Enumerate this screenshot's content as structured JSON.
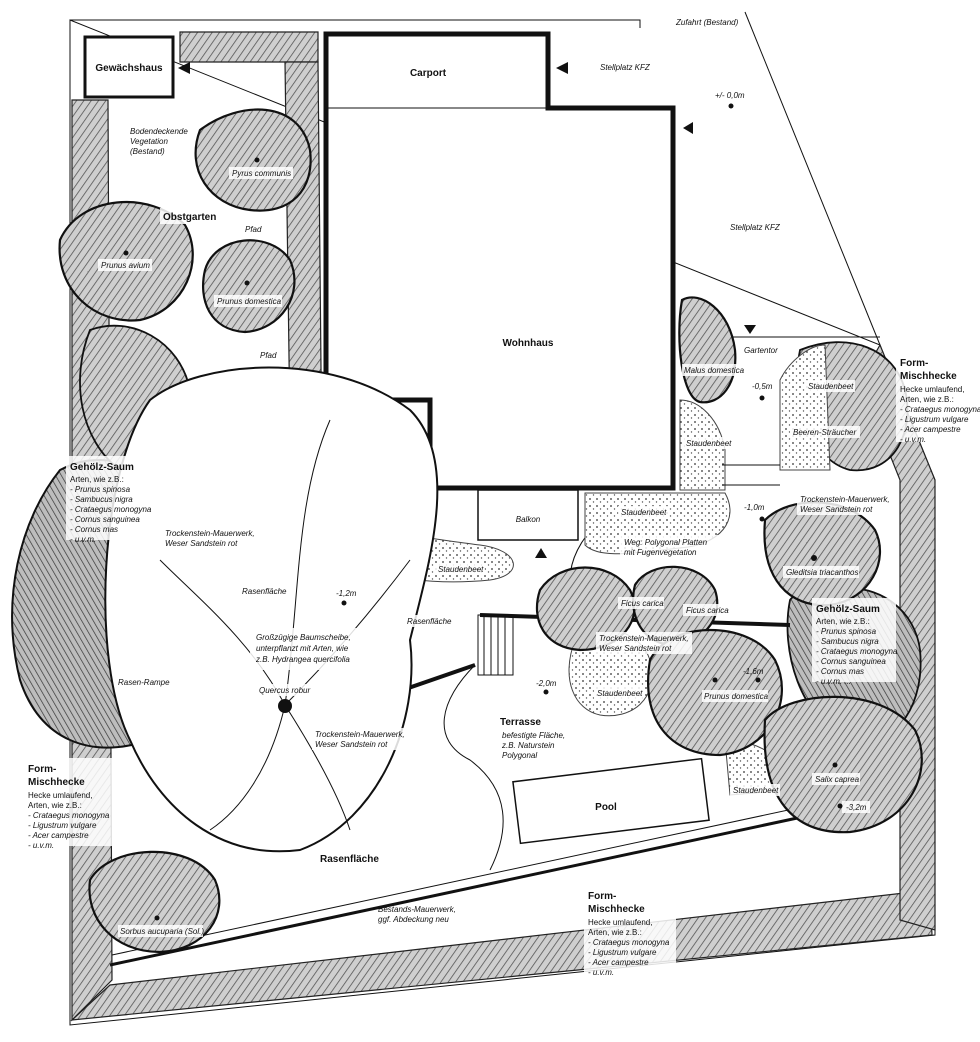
{
  "plan": {
    "buildings": {
      "gewaechshaus": "Gewächshaus",
      "carport": "Carport",
      "wohnhaus": "Wohnhaus",
      "balkon": "Balkon",
      "pool": "Pool"
    },
    "areas": {
      "zufahrt": "Zufahrt (Bestand)",
      "stellplatz_1": "Stellplatz KFZ",
      "stellplatz_2": "Stellplatz KFZ",
      "bodendecker": [
        "Bodendeckende",
        "Vegetation",
        "(Bestand)"
      ],
      "obstgarten": "Obstgarten",
      "pfad_1": "Pfad",
      "pfad_2": "Pfad",
      "gartentor": "Gartentor",
      "rasenflaeche_1": "Rasenfläche",
      "rasenflaeche_2": "Rasenfläche",
      "rasenflaeche_3": "Rasenfläche",
      "rasen_rampe": "Rasen-Rampe",
      "terrasse_title": "Terrasse",
      "terrasse_desc": [
        "befestigte Fläche,",
        "z.B. Naturstein",
        "Polygonal"
      ],
      "baumscheibe": [
        "Großzügige Baumscheibe,",
        "unterpflanzt mit Arten, wie",
        "z.B. Hydrangea quercifolia"
      ],
      "weg": [
        "Weg: Polygonal Platten",
        "mit Fugenvegetation"
      ],
      "bestandsmauer": [
        "Bestands-Mauerwerk,",
        "ggf. Abdeckung neu"
      ],
      "beeren": "Beeren-Sträucher",
      "staudenbeet_1": "Staudenbeet",
      "staudenbeet_2": "Staudenbeet",
      "staudenbeet_3": "Staudenbeet",
      "staudenbeet_4": "Staudenbeet",
      "staudenbeet_5": "Staudenbeet",
      "staudenbeet_6": "Staudenbeet"
    },
    "walls": {
      "tsm_1": [
        "Trockenstein-Mauerwerk,",
        "Weser Sandstein rot"
      ],
      "tsm_2": [
        "Trockenstein-Mauerwerk,",
        "Weser Sandstein rot"
      ],
      "tsm_3": [
        "Trockenstein-Mauerwerk,",
        "Weser Sandstein rot"
      ],
      "tsm_4": [
        "Trockenstein-Mauerwerk,",
        "Weser Sandstein rot"
      ]
    },
    "levels": {
      "l0": "+/- 0,0m",
      "l05": "-0,5m",
      "l10": "-1,0m",
      "l12": "-1,2m",
      "l16": "-1,6m",
      "l20": "-2,0m",
      "l32": "-3,2m"
    },
    "trees": {
      "pyrus": "Pyrus communis",
      "prunus_avium": "Prunus avium",
      "prunus_dom_1": "Prunus domestica",
      "malus": "Malus domestica",
      "gleditsia": "Gleditsia triacanthos",
      "ficus_1": "Ficus carica",
      "ficus_2": "Ficus carica",
      "prunus_dom_2": "Prunus domestica",
      "quercus": "Quercus robur",
      "salix": "Salix caprea",
      "sorbus": "Sorbus aucuparia (Sol.)"
    },
    "gehoelz_left": {
      "title": "Gehölz-Saum",
      "lines": [
        "Arten, wie z.B.:",
        "- Prunus spinosa",
        "- Sambucus nigra",
        "- Crataegus monogyna",
        "- Cornus sanguinea",
        "- Cornus mas",
        "- u.v.m."
      ]
    },
    "gehoelz_right": {
      "title": "Gehölz-Saum",
      "lines": [
        "Arten, wie z.B.:",
        "- Prunus spinosa",
        "- Sambucus nigra",
        "- Crataegus monogyna",
        "- Cornus sanguinea",
        "- Cornus mas",
        "- u.v.m. ..."
      ]
    },
    "hecke_right": {
      "title": [
        "Form-",
        "Mischhecke"
      ],
      "lines": [
        "Hecke umlaufend,",
        "Arten, wie z.B.:",
        "- Crataegus monogyna",
        "- Ligustrum vulgare",
        "- Acer campestre",
        "- u.v.m."
      ]
    },
    "hecke_left": {
      "title": [
        "Form-",
        "Mischhecke"
      ],
      "lines": [
        "Hecke umlaufend,",
        "Arten, wie z.B.:",
        "- Crataegus monogyna",
        "- Ligustrum vulgare",
        "- Acer campestre",
        "- u.v.m."
      ]
    },
    "hecke_bottom": {
      "title": [
        "Form-",
        "Mischhecke"
      ],
      "lines": [
        "Hecke umlaufend,",
        "Arten, wie z.B.:",
        "- Crataegus monogyna",
        "- Ligustrum vulgare",
        "- Acer campestre",
        "- u.v.m."
      ]
    }
  }
}
